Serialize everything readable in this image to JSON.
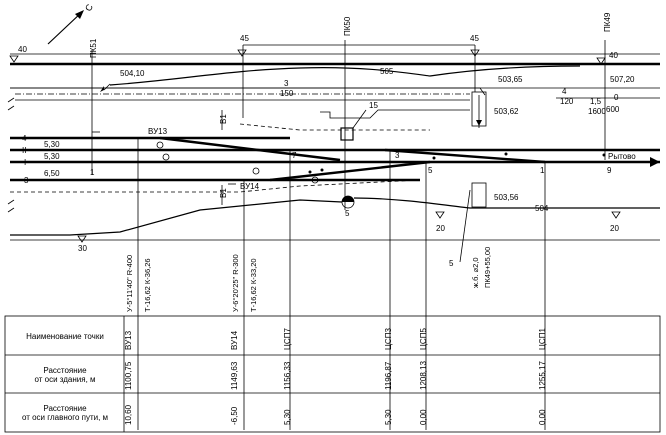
{
  "plan": {
    "north_label": "С",
    "pickets": [
      "ПК51",
      "ПК50",
      "ПК49"
    ],
    "axis_labels": [
      "В1",
      "В1"
    ],
    "track_labels": [
      "4",
      "II",
      "I",
      "3"
    ],
    "track_offsets": [
      "5,30",
      "5,30",
      "6,50"
    ],
    "contour_labels": [
      "40",
      "45",
      "45",
      "40",
      "30",
      "20",
      "20"
    ],
    "curve_labels": [
      "504,10",
      "505",
      "503,65",
      "507,20",
      "503,62",
      "503,56",
      "504"
    ],
    "gradient": {
      "top_a": "3",
      "bottom_a": "150",
      "top_b": "4",
      "bottom_b": "120",
      "top_c": "1,5",
      "bottom_c": "1600",
      "top_d": "0",
      "bottom_d": "600"
    },
    "callouts": [
      "15",
      "5",
      "5"
    ],
    "switch_labels": [
      "ВУ13",
      "ВУ14"
    ],
    "switch_numbers": [
      "7",
      "3",
      "5",
      "1",
      "1",
      "9"
    ],
    "station_label": "Рытово",
    "vertical_notes": {
      "vu13": "У-5°11'40\" R-400",
      "vu13b": "Т-16,62 К-36,26",
      "vu14": "У-6°20'25\" R-300",
      "vu14b": "Т-16,62 К-33,20",
      "pipe_a": "ж.б. ⌀2,0",
      "pipe_b": "ПК49+55,00"
    }
  },
  "table": {
    "row_labels": {
      "name": "Наименование точки",
      "dist_building": "Расстояние\nот оси здания, м",
      "dist_track": "Расстояние\nот оси главного пути, м"
    },
    "columns": [
      {
        "name": "ВУ13",
        "dist_building": "1100,75",
        "dist_track": "10,60"
      },
      {
        "name": "ВУ14",
        "dist_building": "1149,63",
        "dist_track": "-6,50"
      },
      {
        "name": "ЦСП7",
        "dist_building": "1156,33",
        "dist_track": "5,30"
      },
      {
        "name": "ЦСП3",
        "dist_building": "1196,87",
        "dist_track": "5,30"
      },
      {
        "name": "ЦСП5",
        "dist_building": "1208,13",
        "dist_track": "0,00"
      },
      {
        "name": "ЦСП1",
        "dist_building": "1255,17",
        "dist_track": "0,00"
      }
    ]
  }
}
